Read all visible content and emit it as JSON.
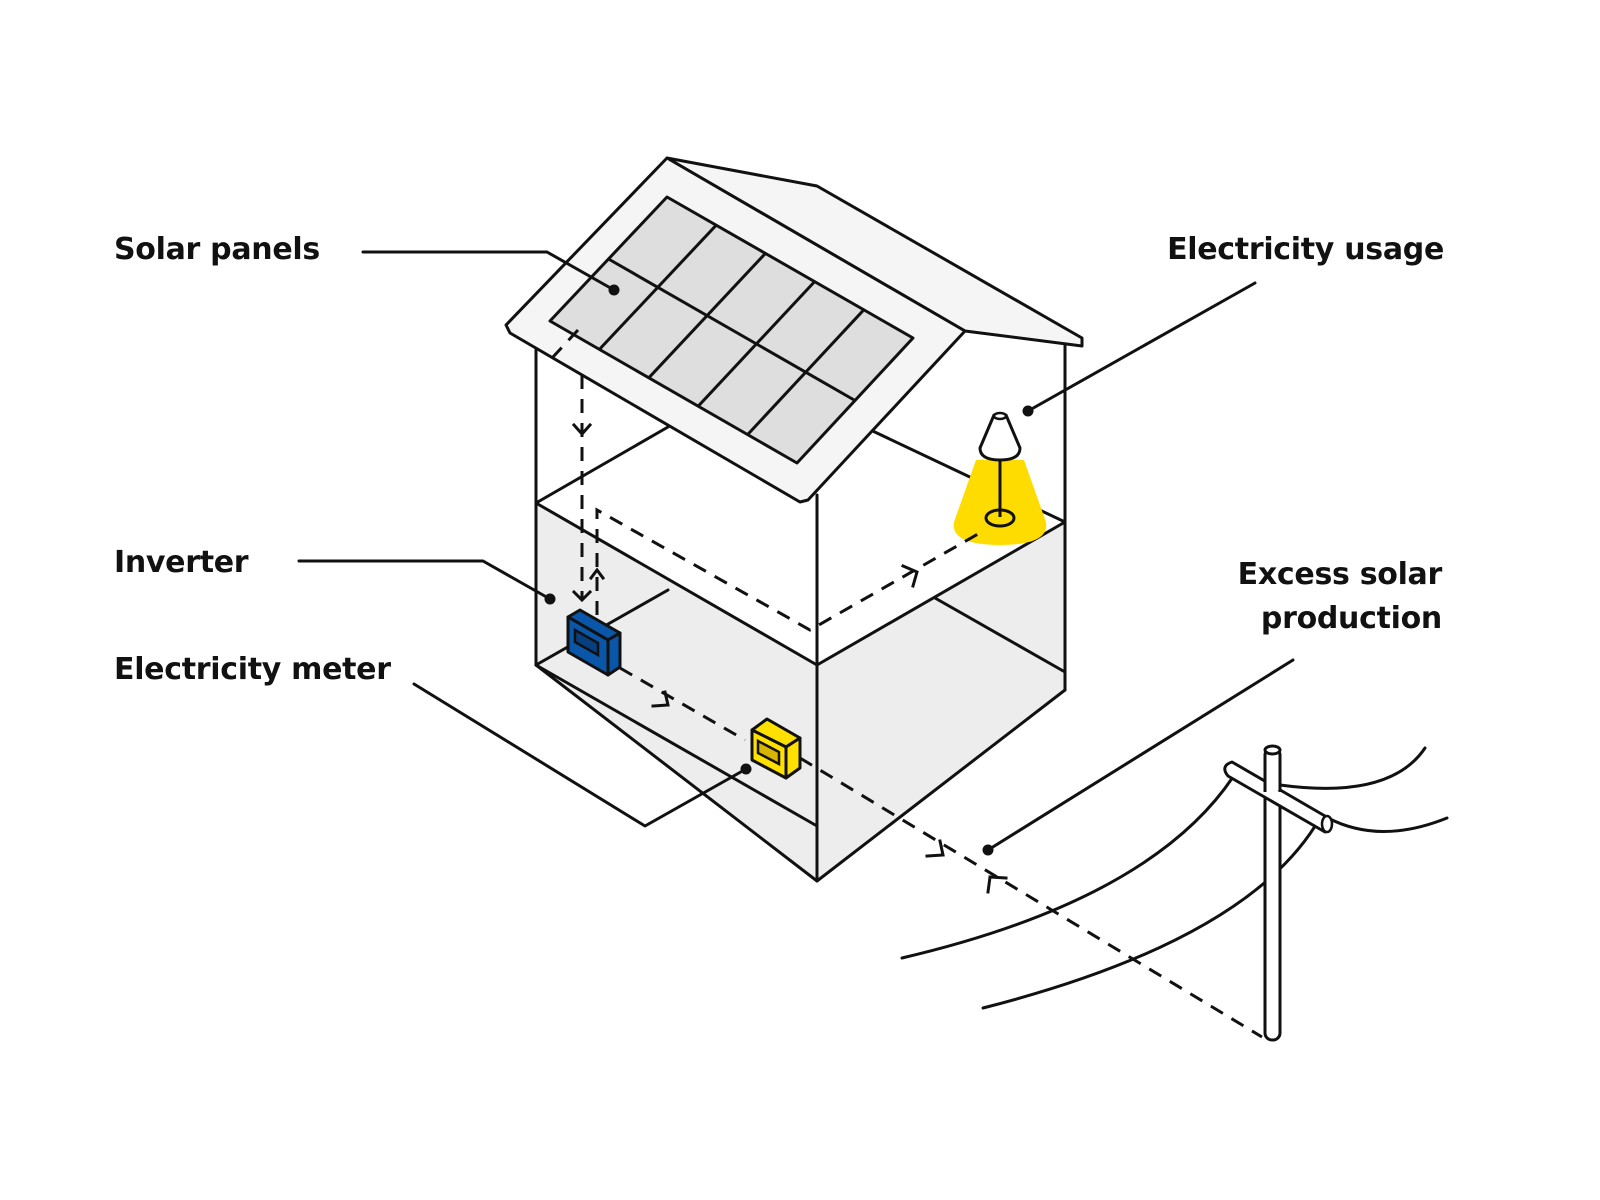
{
  "diagram": {
    "title": "Home solar power flow",
    "labels": {
      "solar_panels": "Solar panels",
      "electricity_usage": "Electricity usage",
      "inverter": "Inverter",
      "electricity_meter": "Electricity meter",
      "excess_line1": "Excess solar",
      "excess_line2": "production"
    },
    "panel_grid": {
      "rows": 2,
      "columns": 5
    },
    "colors": {
      "stroke": "#111111",
      "roof": "#f5f5f5",
      "panel": "#dedede",
      "floor": "#ededed",
      "inverter": "#0a56a8",
      "inverter_dark": "#083f80",
      "meter": "#ffe000",
      "meter_window": "#d6b400",
      "lamp_light": "#ffdc00",
      "background": "#ffffff"
    },
    "components": [
      {
        "id": "solar-panels",
        "label_ref": "solar_panels"
      },
      {
        "id": "inverter",
        "label_ref": "inverter"
      },
      {
        "id": "electricity-meter",
        "label_ref": "electricity_meter"
      },
      {
        "id": "lamp",
        "label_ref": "electricity_usage"
      },
      {
        "id": "utility-pole",
        "label_ref": "excess_line1"
      }
    ],
    "flows": [
      {
        "from": "solar-panels",
        "to": "inverter",
        "direction": "down"
      },
      {
        "from": "inverter",
        "to": "lamp",
        "direction": "up"
      },
      {
        "from": "inverter",
        "to": "electricity-meter",
        "direction": "forward"
      },
      {
        "from": "electricity-meter",
        "to": "utility-pole",
        "direction": "forward"
      },
      {
        "from": "utility-pole",
        "to": "electricity-meter",
        "direction": "back"
      }
    ]
  }
}
